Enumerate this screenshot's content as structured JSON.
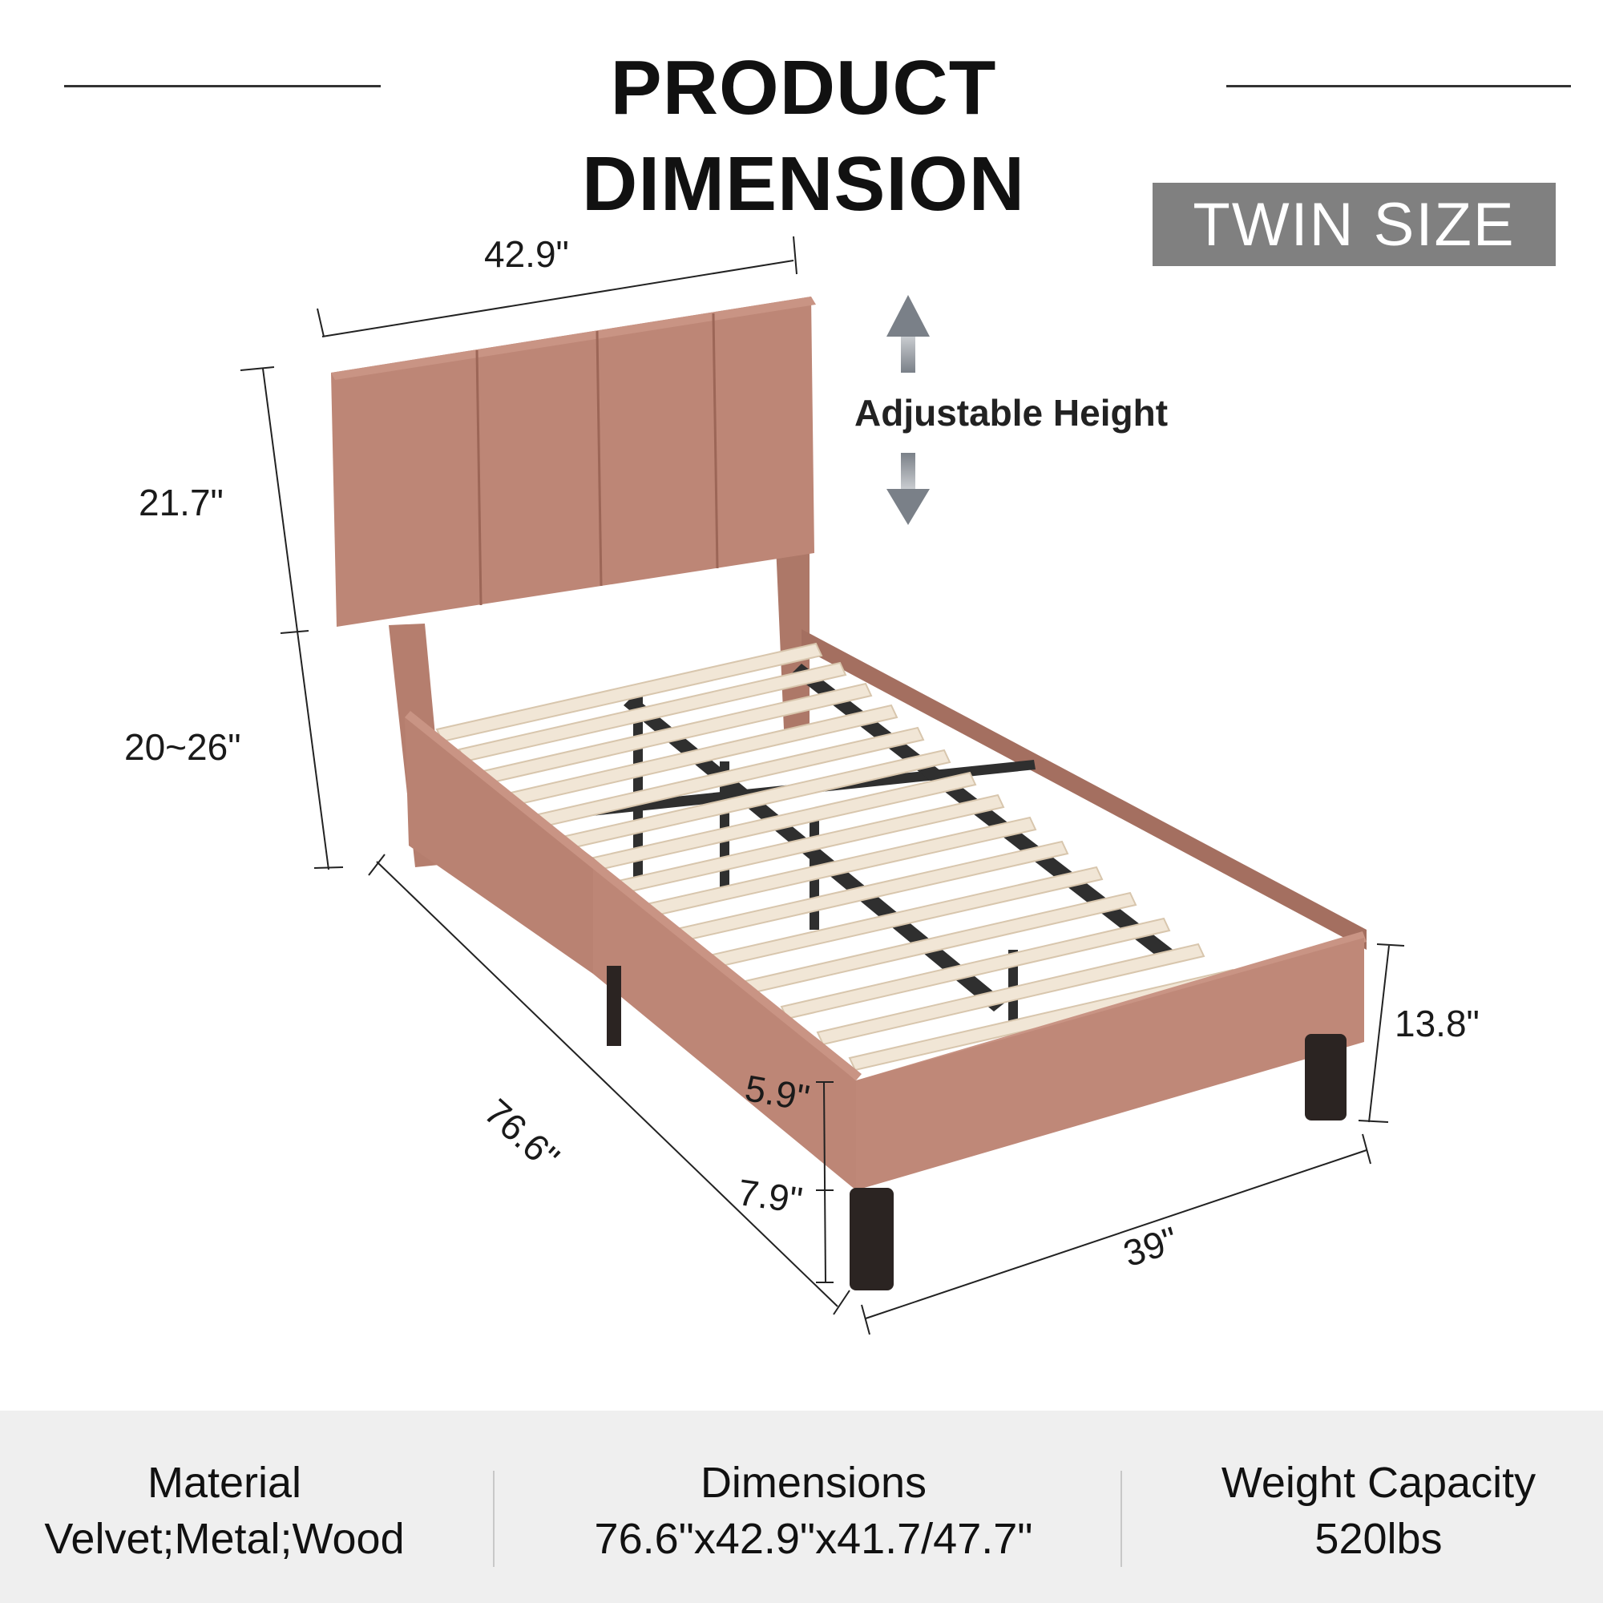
{
  "title": "PRODUCT DIMENSION",
  "size_badge": "TWIN SIZE",
  "adjustable_label": "Adjustable Height",
  "dimensions": {
    "headboard_width": "42.9\"",
    "headboard_height": "21.7\"",
    "headboard_leg_height": "20~26\"",
    "length": "76.6\"",
    "width": "39\"",
    "total_height": "13.8\"",
    "rail_height": "5.9\"",
    "clearance": "7.9\""
  },
  "specs": {
    "material_label": "Material",
    "material_value": "Velvet;Metal;Wood",
    "dimensions_label": "Dimensions",
    "dimensions_value": "76.6\"x42.9\"x41.7/47.7\"",
    "weight_label": "Weight Capacity",
    "weight_value": "520lbs"
  },
  "colors": {
    "velvet": "#bd8676",
    "slat": "#f1e6d6",
    "metal": "#2f2f2f",
    "leg": "#2b2422",
    "badge": "#808080"
  }
}
